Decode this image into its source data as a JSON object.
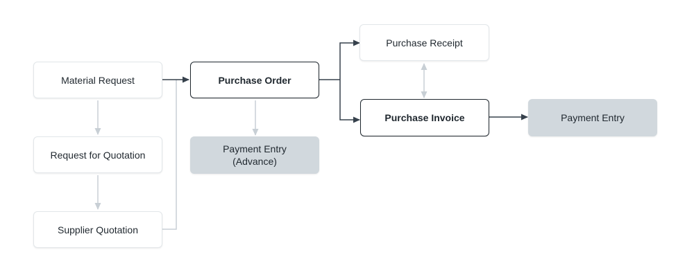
{
  "colors": {
    "dark_connector": "#36414c",
    "light_connector": "#c8cfd5",
    "node_border_light": "#e2e6e9",
    "node_border_strong": "#1f272e",
    "node_fill_gray": "#d1d8dd",
    "text": "#1f272e"
  },
  "nodes": {
    "material_request": "Material Request",
    "request_for_quotation": "Request for Quotation",
    "supplier_quotation": "Supplier Quotation",
    "purchase_order": "Purchase Order",
    "payment_entry_advance_line1": "Payment Entry",
    "payment_entry_advance_line2": "(Advance)",
    "purchase_receipt": "Purchase Receipt",
    "purchase_invoice": "Purchase Invoice",
    "payment_entry": "Payment Entry"
  }
}
